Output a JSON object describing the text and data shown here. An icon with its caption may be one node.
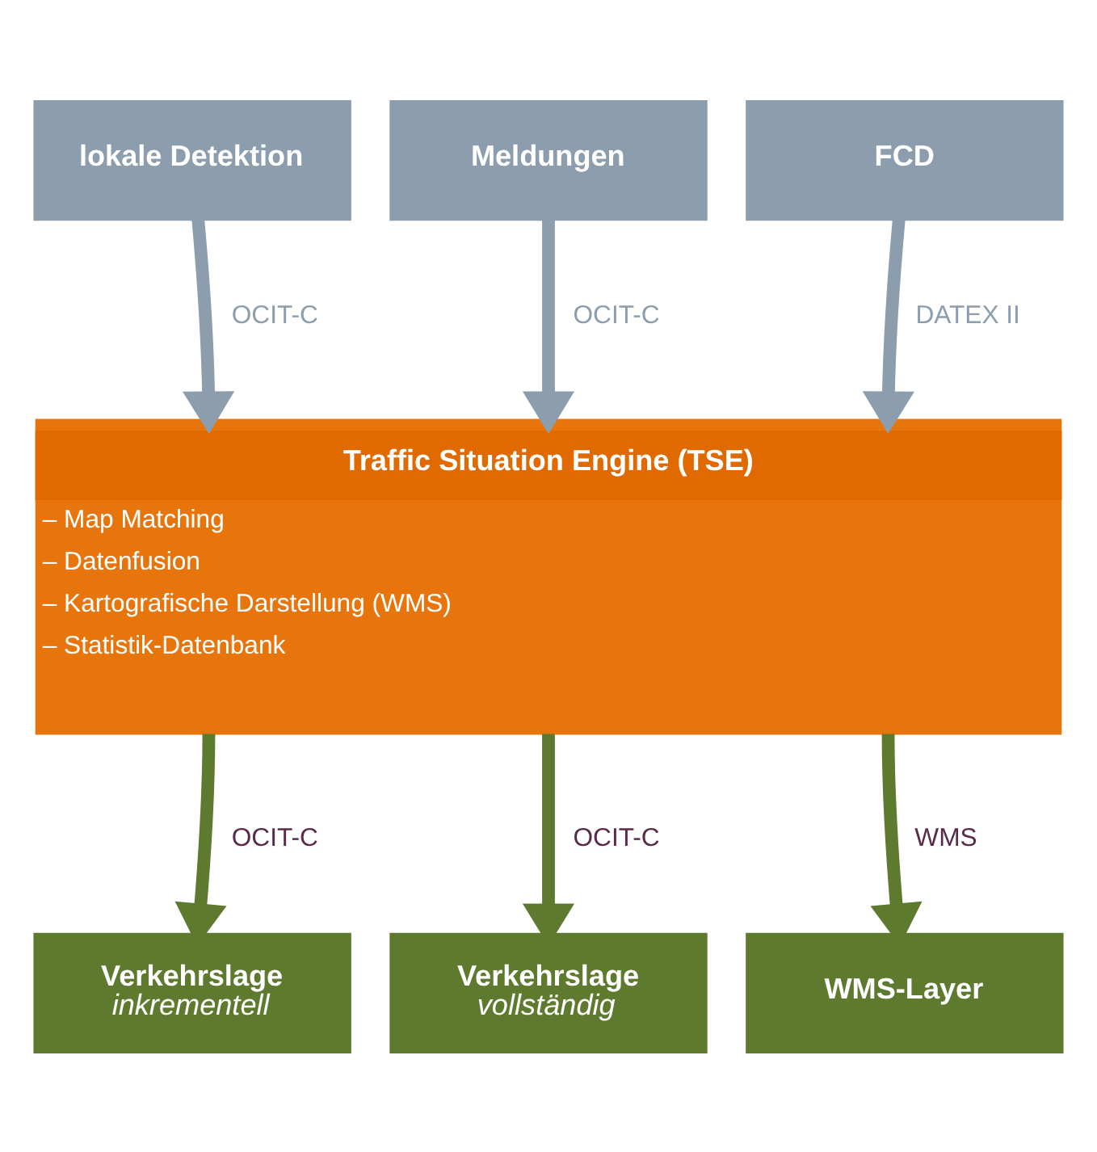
{
  "diagram": {
    "nodes": [
      {
        "text": [
          "lokale Detektion"
        ]
      },
      {
        "text": [
          "Meldungen"
        ]
      },
      {
        "text": [
          "FCD"
        ]
      },
      {
        "text": [
          "Traffic Situation Engine (TSE)",
          "– Map Matching",
          "– Datenfusion",
          "– Kartografische Darstellung (WMS)",
          "– Statistik-Datenbank"
        ]
      },
      {
        "text": [
          "Verkehrslage",
          "inkrementell"
        ]
      },
      {
        "text": [
          "Verkehrslage",
          "vollständig"
        ]
      },
      {
        "text": [
          "WMS-Layer"
        ]
      }
    ],
    "edges": [
      {
        "from": 0,
        "to": 3,
        "arrow": "to",
        "label": "OCIT-C",
        "color": "#8c9eae"
      },
      {
        "from": 1,
        "to": 3,
        "arrow": "to",
        "label": "OCIT-C",
        "color": "#8c9eae"
      },
      {
        "from": 2,
        "to": 3,
        "arrow": "to",
        "label": "DATEX II",
        "color": "#8c9eae"
      },
      {
        "from": 3,
        "to": 4,
        "arrow": "to",
        "label": "OCIT-C",
        "color": "#5e7a2e"
      },
      {
        "from": 3,
        "to": 5,
        "arrow": "to",
        "label": "OCIT-C",
        "color": "#5e7a2e"
      },
      {
        "from": 3,
        "to": 6,
        "arrow": "to",
        "label": "WMS",
        "color": "#5e7a2e"
      }
    ]
  }
}
